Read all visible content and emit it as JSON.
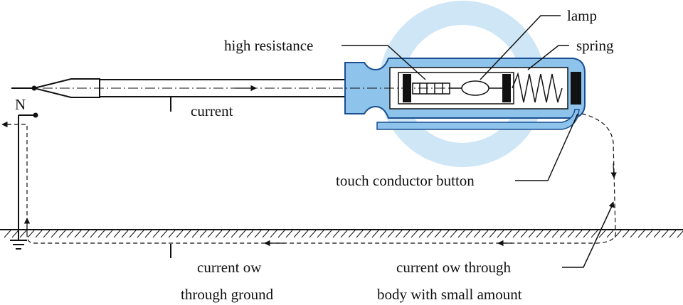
{
  "labels": {
    "lamp": "lamp",
    "high_resistance": "high resistance",
    "spring": "spring",
    "neutral": "N",
    "current": "current",
    "touch_conductor_button": "touch conductor button",
    "current_through_ground_line1": "current ow",
    "current_through_ground_line2": "through ground",
    "current_through_body_line1": "current ow through",
    "current_through_body_line2": "body with small amount"
  },
  "colors": {
    "handle_fill": "#8ec3ec",
    "handle_stroke": "#1a4f8f",
    "glow": "#cfe6f7",
    "line": "#111111"
  }
}
